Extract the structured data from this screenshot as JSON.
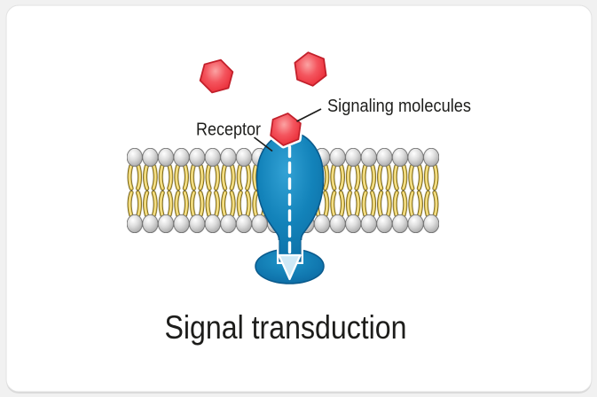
{
  "diagram": {
    "title": "Signal transduction",
    "labels": {
      "receptor": "Receptor",
      "signaling_molecules": "Signaling molecules"
    },
    "signaling_molecule_count": 3,
    "colors": {
      "page_background": "#f1f1f1",
      "card_background": "#ffffff",
      "text_color": "#1d1d1b",
      "receptor_blue": "#1383ba",
      "receptor_outline": "#0a5a8c",
      "signaling_molecule_red": "#ee3b45",
      "signaling_molecule_outline": "#c2202b",
      "lipid_head_gray": "#b6b6b6",
      "lipid_tail_yellow": "#e9c84e",
      "lipid_tail_outline": "#6b5d20",
      "arrow_white": "#ffffff"
    }
  }
}
